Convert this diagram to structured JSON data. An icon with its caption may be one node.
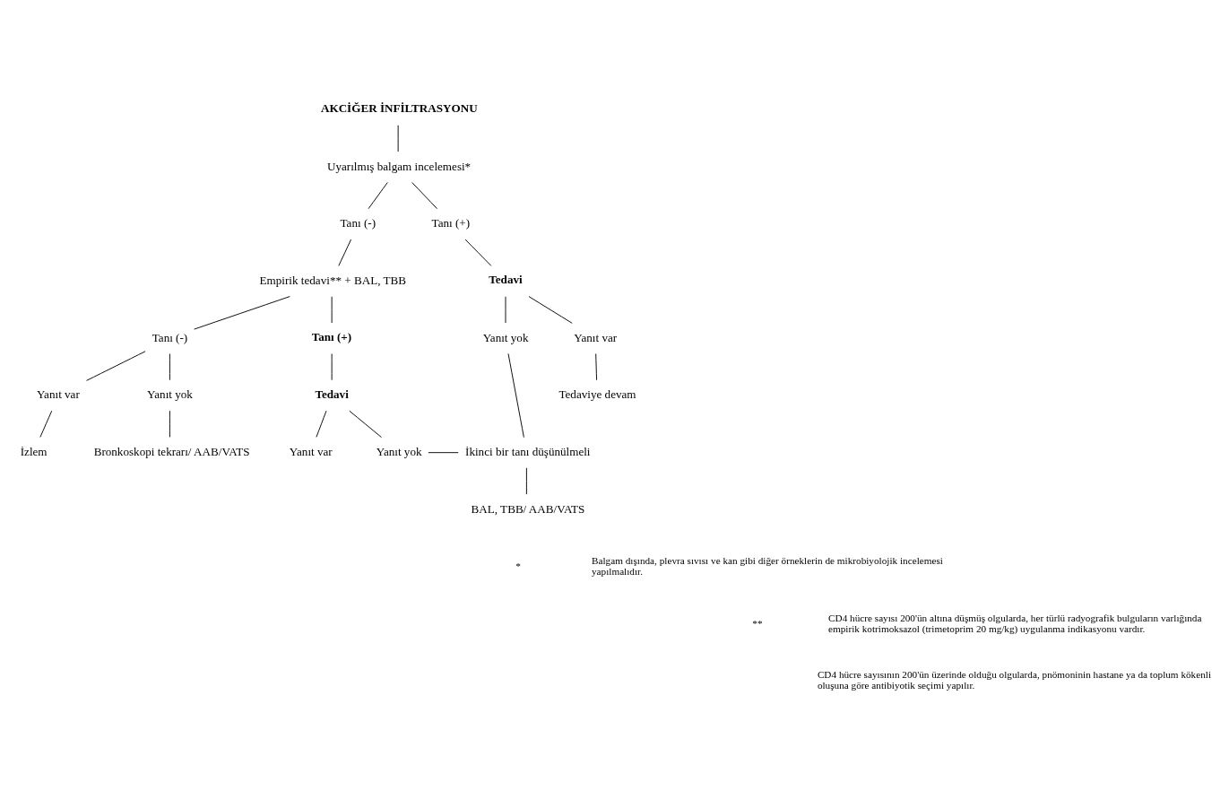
{
  "diagram": {
    "nodes": [
      {
        "text": [
          "AKCİĞER İNFİLTRASYONU"
        ]
      },
      {
        "text": [
          "Uyarılmış balgam incelemesi*"
        ]
      },
      {
        "text": [
          "Tanı (-)"
        ]
      },
      {
        "text": [
          "Tanı (+)"
        ]
      },
      {
        "text": [
          "Empirik tedavi** + BAL, TBB"
        ]
      },
      {
        "text": [
          "Tedavi"
        ]
      },
      {
        "text": [
          "Tanı (-)"
        ]
      },
      {
        "text": [
          "Tanı (+)"
        ]
      },
      {
        "text": [
          "Yanıt yok"
        ]
      },
      {
        "text": [
          "Yanıt var"
        ]
      },
      {
        "text": [
          "Yanıt var"
        ]
      },
      {
        "text": [
          "Yanıt yok"
        ]
      },
      {
        "text": [
          "Tedavi"
        ]
      },
      {
        "text": [
          "Tedaviye devam"
        ]
      },
      {
        "text": [
          "İzlem"
        ]
      },
      {
        "text": [
          "Bronkoskopi tekrarı/ AAB/VATS"
        ]
      },
      {
        "text": [
          "Yanıt var"
        ]
      },
      {
        "text": [
          "Yanıt yok"
        ]
      },
      {
        "text": [
          "İkinci bir tanı düşünülmeli"
        ]
      },
      {
        "text": [
          "BAL, TBB/ AAB/VATS"
        ]
      }
    ],
    "edges": [
      {
        "from": 0,
        "to": 1,
        "arrow": "none"
      },
      {
        "from": 1,
        "to": 2,
        "arrow": "none"
      },
      {
        "from": 1,
        "to": 3,
        "arrow": "none"
      },
      {
        "from": 2,
        "to": 4,
        "arrow": "none"
      },
      {
        "from": 3,
        "to": 5,
        "arrow": "none"
      },
      {
        "from": 4,
        "to": 6,
        "arrow": "none"
      },
      {
        "from": 4,
        "to": 7,
        "arrow": "none"
      },
      {
        "from": 5,
        "to": 8,
        "arrow": "none"
      },
      {
        "from": 5,
        "to": 9,
        "arrow": "none"
      },
      {
        "from": 6,
        "to": 10,
        "arrow": "none"
      },
      {
        "from": 6,
        "to": 11,
        "arrow": "none"
      },
      {
        "from": 7,
        "to": 12,
        "arrow": "none"
      },
      {
        "from": 9,
        "to": 13,
        "arrow": "none"
      },
      {
        "from": 10,
        "to": 14,
        "arrow": "none"
      },
      {
        "from": 11,
        "to": 15,
        "arrow": "none"
      },
      {
        "from": 12,
        "to": 16,
        "arrow": "none"
      },
      {
        "from": 12,
        "to": 17,
        "arrow": "none"
      },
      {
        "from": 17,
        "to": 18,
        "arrow": "none"
      },
      {
        "from": 8,
        "to": 18,
        "arrow": "none"
      },
      {
        "from": 18,
        "to": 19,
        "arrow": "none"
      }
    ],
    "labels": [
      "*",
      "Balgam dışında, plevra sıvısı ve kan gibi diğer örneklerin de mikrobiyolojik incelemesi yapılmalıdır.",
      "**",
      "CD4 hücre sayısı 200'ün altına düşmüş olgularda, her türlü radyografik bulguların varlığında empirik kotrimoksazol (trimetoprim 20 mg/kg) uygulanma indikasyonu vardır.",
      "CD4 hücre sayısının 200'ün üzerinde olduğu olgularda, pnömoninin hastane ya da toplum kökenli oluşuna göre antibiyotik seçimi yapılır."
    ]
  }
}
